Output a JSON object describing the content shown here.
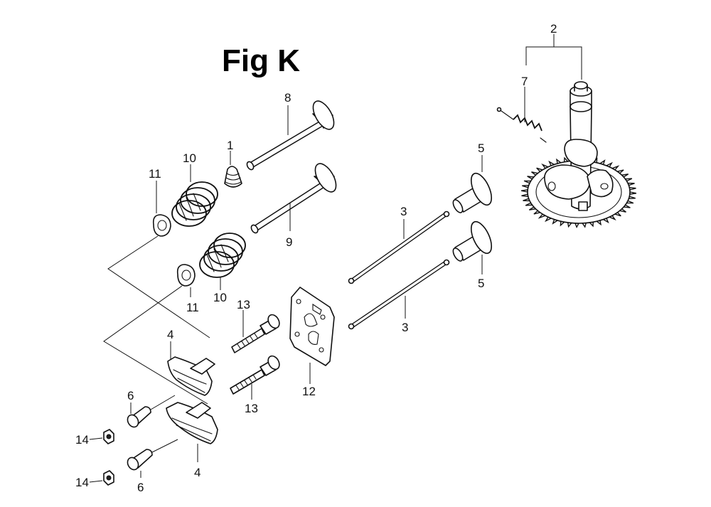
{
  "figure": {
    "title": "Fig K"
  },
  "callouts": {
    "c1": "1",
    "c2": "2",
    "c3a": "3",
    "c3b": "3",
    "c4a": "4",
    "c4b": "4",
    "c5a": "5",
    "c5b": "5",
    "c6a": "6",
    "c6b": "6",
    "c7": "7",
    "c8": "8",
    "c9": "9",
    "c10a": "10",
    "c10b": "10",
    "c11a": "11",
    "c11b": "11",
    "c12": "12",
    "c13a": "13",
    "c13b": "13",
    "c14a": "14",
    "c14b": "14"
  }
}
